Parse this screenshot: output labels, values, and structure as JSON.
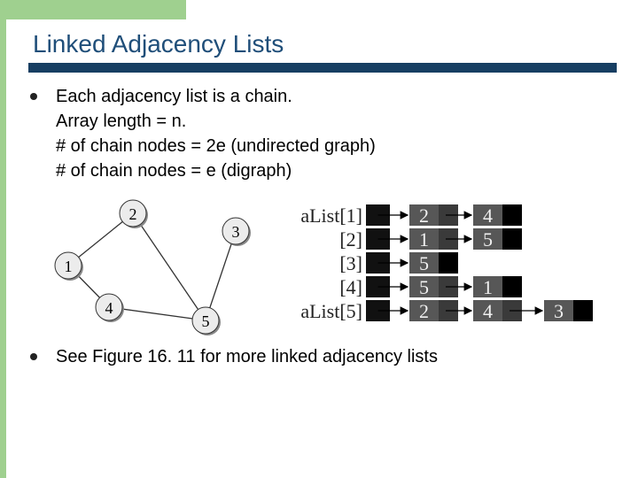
{
  "slide": {
    "title": "Linked Adjacency Lists",
    "bullet1_lines": [
      "Each adjacency list is a chain.",
      "Array length = n.",
      "# of chain nodes = 2e (undirected graph)",
      "# of chain nodes = e (digraph)"
    ],
    "bullet2": "See Figure 16. 11 for more linked adjacency lists"
  },
  "graph": {
    "vertices": [
      "1",
      "2",
      "3",
      "4",
      "5"
    ],
    "edges": [
      [
        "1",
        "2"
      ],
      [
        "2",
        "5"
      ],
      [
        "1",
        "4"
      ],
      [
        "4",
        "5"
      ],
      [
        "5",
        "3"
      ]
    ]
  },
  "adjacency": {
    "rows": [
      {
        "label": "aList[1]",
        "chain": [
          "2",
          "4"
        ]
      },
      {
        "label": "[2]",
        "chain": [
          "1",
          "5"
        ]
      },
      {
        "label": "[3]",
        "chain": [
          "5"
        ]
      },
      {
        "label": "[4]",
        "chain": [
          "5",
          "1"
        ]
      },
      {
        "label": "aList[5]",
        "chain": [
          "2",
          "4",
          "3"
        ]
      }
    ]
  },
  "colors": {
    "accent_green": "#9fd08f",
    "title_blue": "#1f4e79",
    "rule_navy": "#173e62"
  }
}
